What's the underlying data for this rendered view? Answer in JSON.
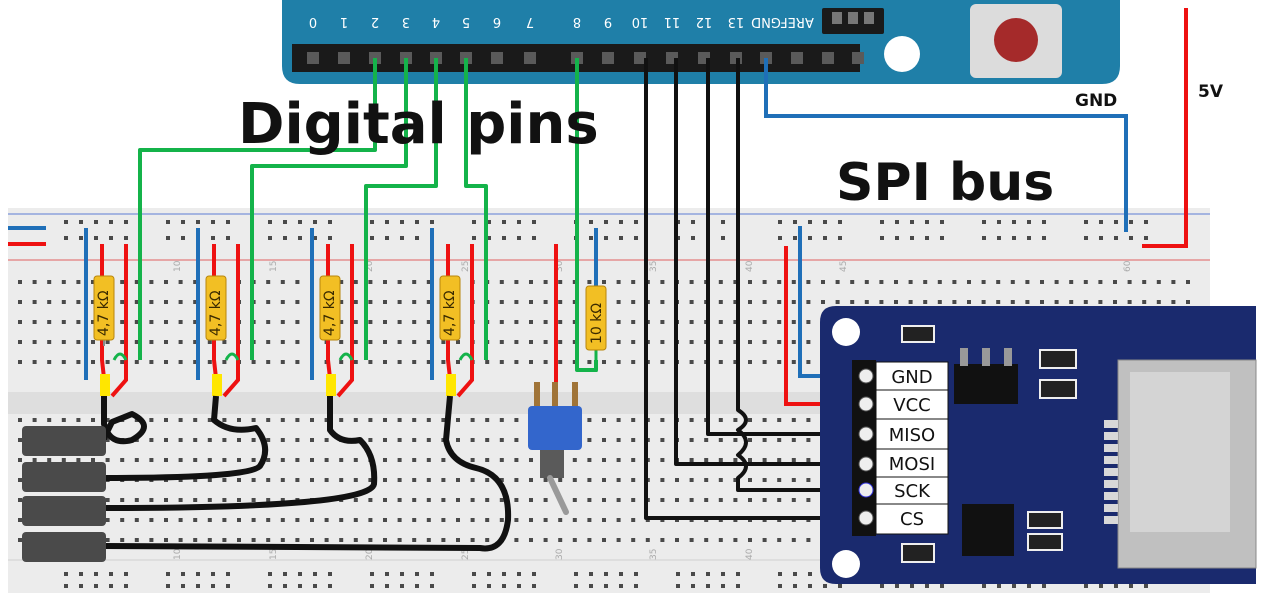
{
  "labels": {
    "digital_pins": "Digital pins",
    "spi_bus": "SPI bus",
    "gnd": "GND",
    "five_v": "5V"
  },
  "arduino_pins": [
    "0",
    "1",
    "2",
    "3",
    "4",
    "5",
    "6",
    "7",
    "8",
    "9",
    "10",
    "11",
    "12",
    "13",
    "GND",
    "AREF"
  ],
  "resistors": [
    "4,7 kΩ",
    "4,7 kΩ",
    "4,7 kΩ",
    "4,7 kΩ",
    "10 kΩ"
  ],
  "sd_module_pins": [
    "GND",
    "VCC",
    "MISO",
    "MOSI",
    "SCK",
    "CS"
  ],
  "breadboard_columns": [
    "10",
    "15",
    "20",
    "25",
    "30",
    "35",
    "40",
    "45",
    "60"
  ],
  "colors": {
    "wire_green": "#14b34a",
    "wire_black": "#111111",
    "wire_blue": "#1f6fb8",
    "wire_red": "#ee1111",
    "arduino": "#1f7fa8",
    "sd_board": "#1a2a6e",
    "resistor": "#f2bf24",
    "breadboard": "#ececec"
  }
}
